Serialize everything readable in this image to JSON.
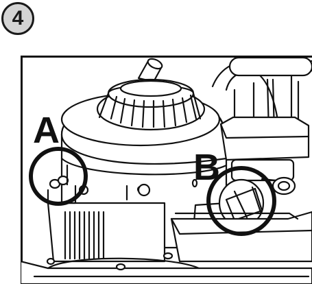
{
  "step": {
    "number": "4"
  },
  "callouts": [
    {
      "label": "A",
      "target": "oil-fill-cap"
    },
    {
      "label": "B",
      "target": "fuel-valve"
    }
  ],
  "colors": {
    "badge_fill": "#d4d4d4",
    "ink": "#111111",
    "background": "#ffffff"
  }
}
